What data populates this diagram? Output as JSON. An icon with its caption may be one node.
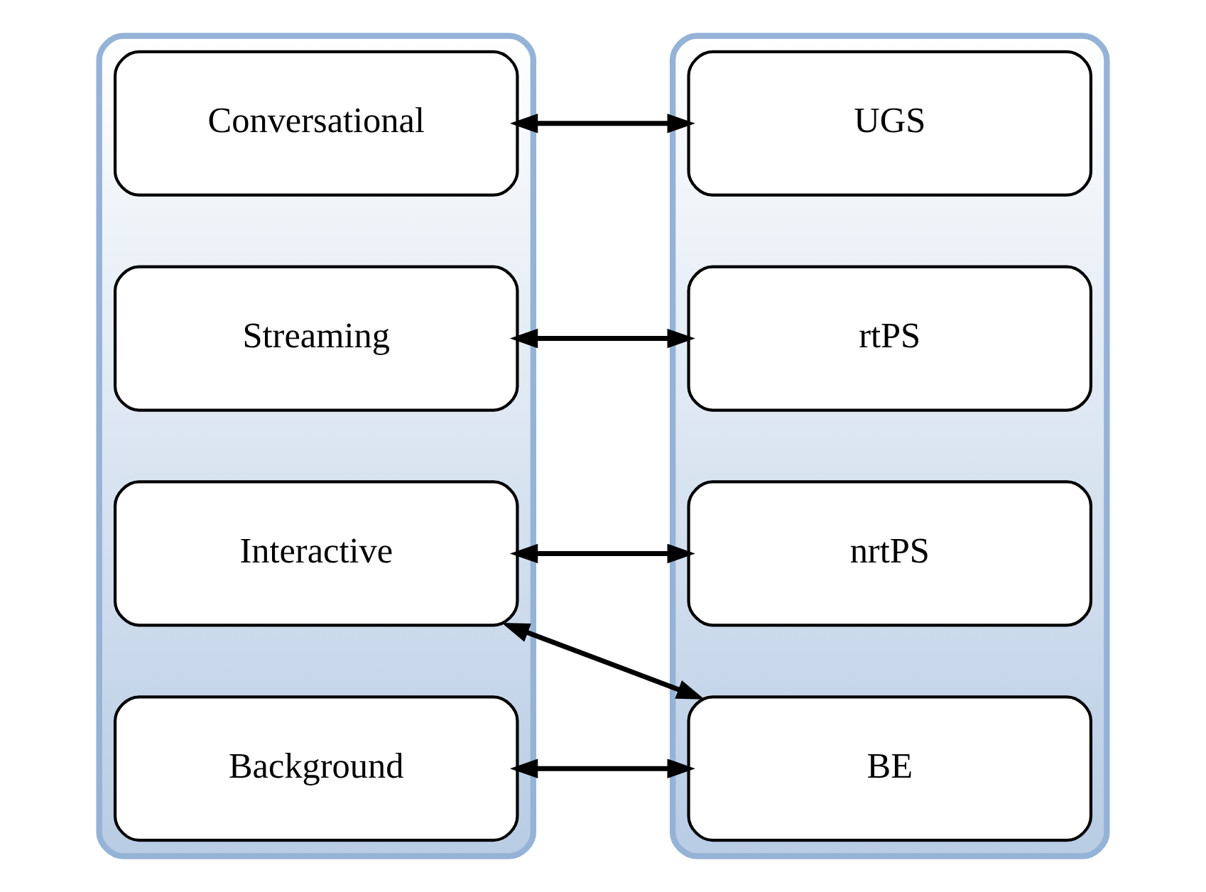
{
  "diagram": {
    "nodes": [
      {
        "text": [],
        "shape": "box"
      },
      {
        "text": [
          "Conversational"
        ],
        "in": 0
      },
      {
        "text": [
          "Streaming"
        ],
        "in": 0
      },
      {
        "text": [
          "Interactive"
        ],
        "in": 0
      },
      {
        "text": [
          "Background"
        ],
        "in": 0
      },
      {
        "text": [],
        "shape": "box"
      },
      {
        "text": [
          "UGS"
        ],
        "in": 5
      },
      {
        "text": [
          "rtPS"
        ],
        "in": 5
      },
      {
        "text": [
          "nrtPS"
        ],
        "in": 5
      },
      {
        "text": [
          "BE"
        ],
        "in": 5
      }
    ],
    "edges": [
      {
        "from": 1,
        "to": 6,
        "arrow": "both"
      },
      {
        "from": 2,
        "to": 7,
        "arrow": "both"
      },
      {
        "from": 3,
        "to": 8,
        "arrow": "both"
      },
      {
        "from": 3,
        "to": 9,
        "arrow": "both"
      },
      {
        "from": 4,
        "to": 9,
        "arrow": "both"
      }
    ]
  }
}
